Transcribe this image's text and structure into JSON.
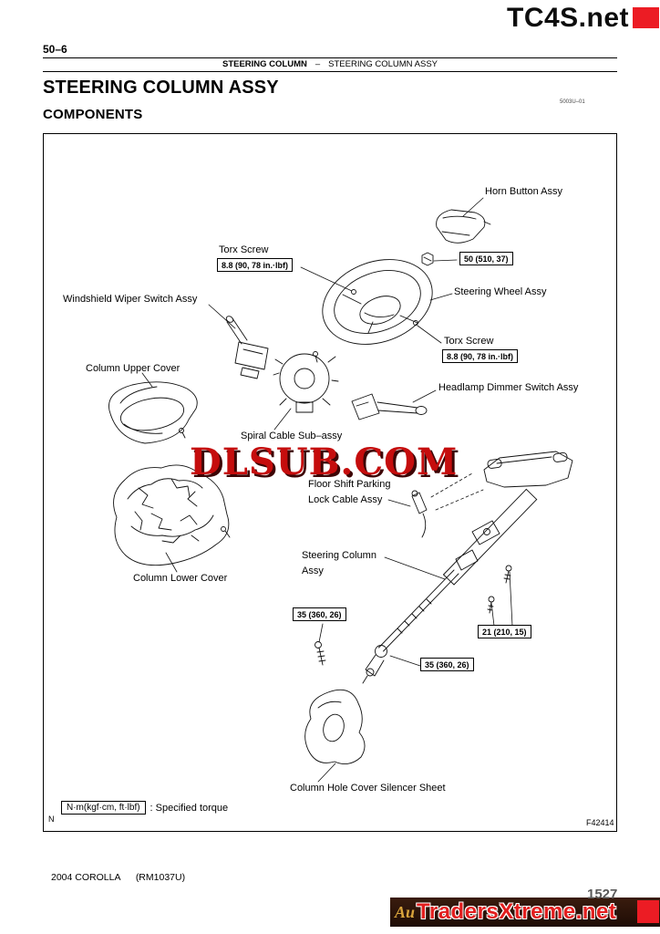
{
  "watermarks": {
    "top": "TC4S.net",
    "middle": "DLSUB.COM",
    "bottom_prefix": "Au",
    "bottom": "TradersXtreme.net"
  },
  "colors": {
    "badge_red": "#ec1c24",
    "watermark_red": "#c50d0d",
    "banner_bg": "#2a130b",
    "banner_text_red": "#e21e1e",
    "gold": "#d9a43c"
  },
  "header": {
    "page_ref": "50–6",
    "section": "STEERING COLUMN",
    "dash": "–",
    "subsection": "STEERING COLUMN ASSY"
  },
  "title": "STEERING COLUMN ASSY",
  "subtitle": "COMPONENTS",
  "doc_code": "5003U–01",
  "diagram": {
    "labels": {
      "horn": "Horn Button Assy",
      "torx1": "Torx Screw",
      "wheel": "Steering Wheel Assy",
      "wiper": "Windshield Wiper Switch Assy",
      "torx2": "Torx Screw",
      "upper_cover": "Column Upper Cover",
      "dimmer": "Headlamp Dimmer Switch Assy",
      "spiral": "Spiral Cable Sub–assy",
      "floor_shift_line1": "Floor Shift Parking",
      "floor_shift_line2": "Lock Cable Assy",
      "column_line1": "Steering Column",
      "column_line2": "Assy",
      "lower_cover": "Column Lower Cover",
      "hole_cover": "Column Hole Cover Silencer Sheet"
    },
    "torques": {
      "torx1": "8.8 (90, 78 in.·lbf)",
      "wheel_nut": "50 (510, 37)",
      "torx2": "8.8 (90, 78 in.·lbf)",
      "joint_upper": "35 (360, 26)",
      "bracket": "21 (210, 15)",
      "joint_lower": "35 (360, 26)"
    },
    "legend": {
      "unit_box": "N·m(kgf·cm, ft·lbf)",
      "caption": ": Specified torque"
    },
    "corner_mark": "N",
    "figure_code": "F42414"
  },
  "footer": {
    "model": "2004 COROLLA",
    "manual_code": "(RM1037U)",
    "page_number": "1527"
  }
}
